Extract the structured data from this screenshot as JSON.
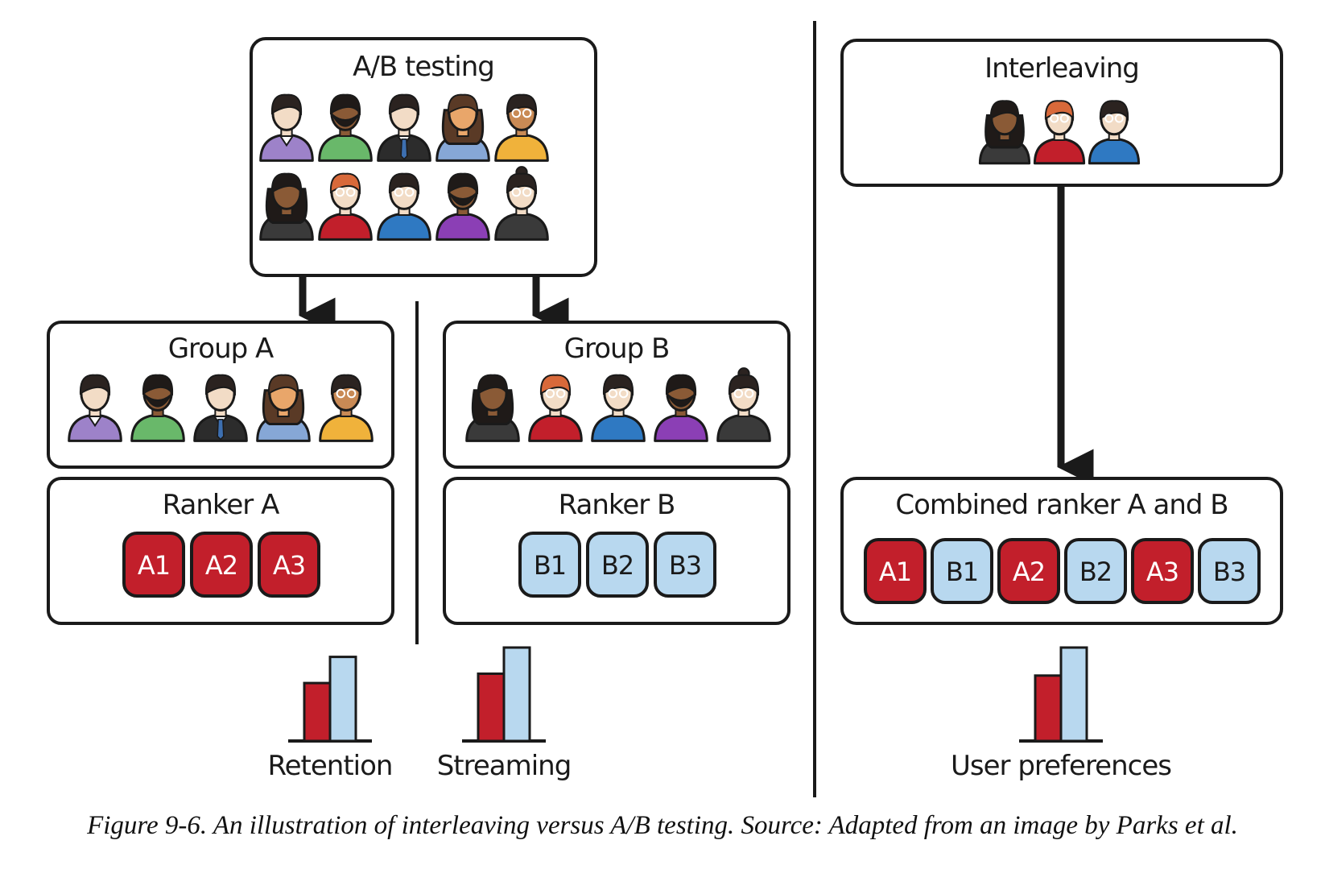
{
  "colors": {
    "red": "#c21f2b",
    "blue": "#b8d8ef",
    "line": "#1a1a1a"
  },
  "ab_testing": {
    "title": "A/B testing",
    "group_a": {
      "title": "Group A",
      "ranker_title": "Ranker A",
      "items": [
        "A1",
        "A2",
        "A3"
      ]
    },
    "group_b": {
      "title": "Group B",
      "ranker_title": "Ranker B",
      "items": [
        "B1",
        "B2",
        "B3"
      ]
    },
    "metric_a": {
      "label": "Retention",
      "bars": [
        0.62,
        0.9
      ]
    },
    "metric_b": {
      "label": "Streaming",
      "bars": [
        0.72,
        1.0
      ]
    }
  },
  "interleaving": {
    "title": "Interleaving",
    "ranker_title": "Combined ranker A and B",
    "items": [
      "A1",
      "B1",
      "A2",
      "B2",
      "A3",
      "B3"
    ],
    "metric": {
      "label": "User preferences",
      "bars": [
        0.7,
        1.0
      ]
    }
  },
  "caption": "Figure 9-6. An illustration of interleaving versus A/B testing. Source: Adapted from an image by Parks et al."
}
